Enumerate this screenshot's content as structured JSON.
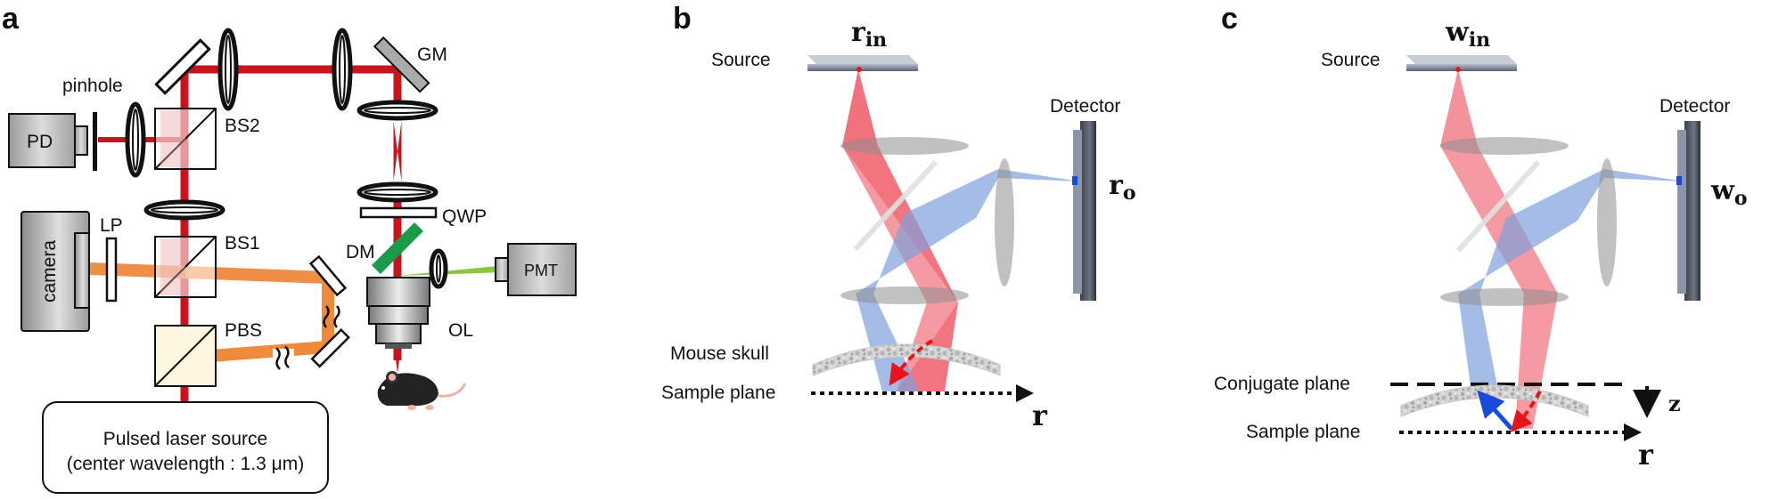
{
  "panels": {
    "a": {
      "letter": "a",
      "labels": {
        "pinhole": "pinhole",
        "pd": "PD",
        "bs2": "BS2",
        "gm": "GM",
        "camera": "camera",
        "lp": "LP",
        "bs1": "BS1",
        "qwp": "QWP",
        "dm": "DM",
        "pmt": "PMT",
        "ol": "OL",
        "pbs": "PBS"
      },
      "laser_box": {
        "line1": "Pulsed laser source",
        "line2": "(center wavelength : 1.3 μm)"
      }
    },
    "b": {
      "letter": "b",
      "source": "Source",
      "detector": "Detector",
      "input_symbol": "r",
      "input_sub": "in",
      "output_symbol": "r",
      "output_sub": "o",
      "mouse_skull": "Mouse skull",
      "sample_plane": "Sample plane",
      "axis_label": "r"
    },
    "c": {
      "letter": "c",
      "source": "Source",
      "detector": "Detector",
      "input_symbol": "w",
      "input_sub": "in",
      "output_symbol": "w",
      "output_sub": "o",
      "conjugate_plane": "Conjugate plane",
      "sample_plane": "Sample plane",
      "axis_label": "r",
      "depth_label": "z"
    }
  },
  "colors": {
    "laser_red": "#c8141c",
    "laser_orange": "#ef8a3c",
    "fluorescence_green": "#8cc63f",
    "dichroic_green": "#1a9a4a",
    "illumination_red": "#f06470",
    "detection_blue": "#7f9fdc",
    "arrow_red": "#e8141c",
    "arrow_blue": "#1a4ad8"
  }
}
